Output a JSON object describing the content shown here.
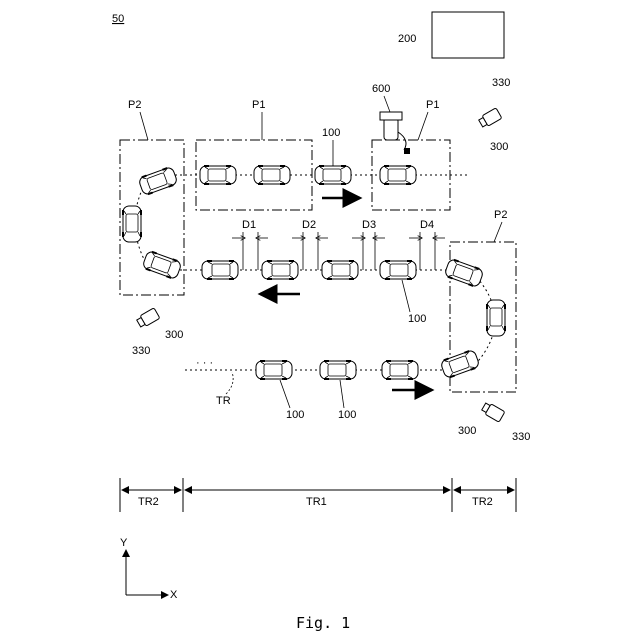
{
  "figure": {
    "number_label": "50",
    "caption": "Fig. 1",
    "server_label": "200",
    "charger_label": "600",
    "zone_labels": {
      "p1_left": "P1",
      "p1_right": "P1",
      "p2_left": "P2",
      "p2_right": "P2"
    },
    "vehicle_labels": {
      "top_row": "100",
      "middle_row": "100",
      "bottom_a": "100",
      "bottom_b": "100"
    },
    "gap_labels": [
      "D1",
      "D2",
      "D3",
      "D4"
    ],
    "camera_labels": {
      "top_right": [
        "330",
        "300"
      ],
      "middle_left": [
        "300",
        "330"
      ],
      "bottom_right": [
        "300",
        "330"
      ]
    },
    "track_label": "TR",
    "dots": "·   ·   ·",
    "region_labels": {
      "left": "TR2",
      "center": "TR1",
      "right": "TR2"
    },
    "axis": {
      "y": "Y",
      "x": "X"
    }
  }
}
